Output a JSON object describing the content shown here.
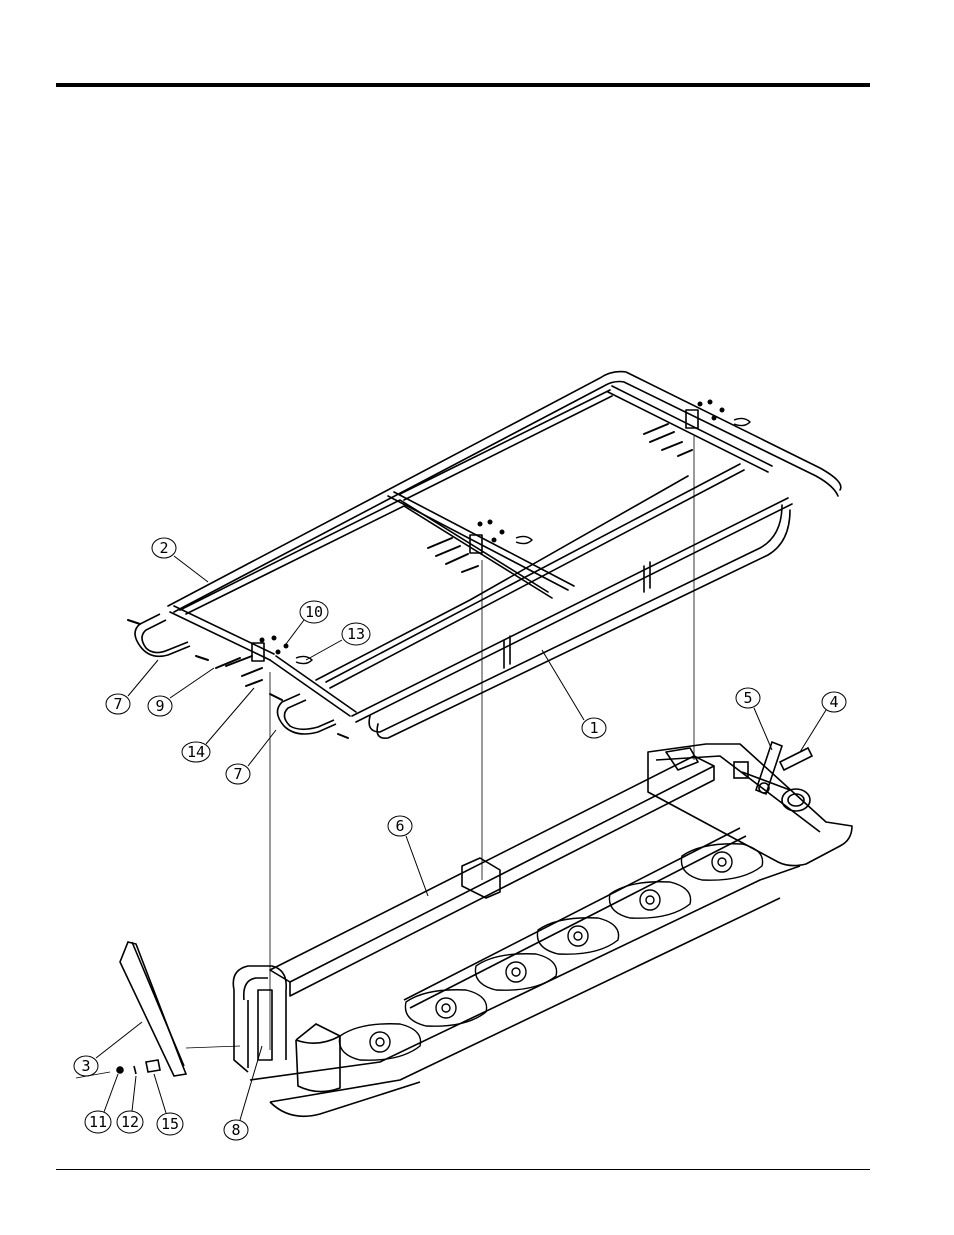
{
  "callouts": [
    {
      "label": "1"
    },
    {
      "label": "2"
    },
    {
      "label": "3"
    },
    {
      "label": "4"
    },
    {
      "label": "5"
    },
    {
      "label": "6"
    },
    {
      "label": "7"
    },
    {
      "label": "7"
    },
    {
      "label": "8"
    },
    {
      "label": "9"
    },
    {
      "label": "10"
    },
    {
      "label": "11"
    },
    {
      "label": "12"
    },
    {
      "label": "13"
    },
    {
      "label": "14"
    },
    {
      "label": "15"
    }
  ]
}
